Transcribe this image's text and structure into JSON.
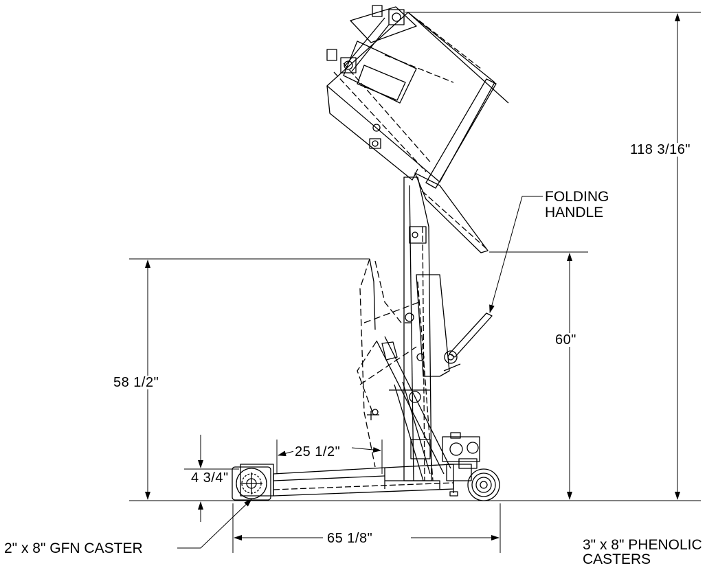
{
  "dimensions": {
    "overall_height": "118 3/16\"",
    "dump_height": "60\"",
    "lift_height": "58 1/2\"",
    "caster_height": "4 3/4\"",
    "fork_length": "25 1/2\"",
    "overall_length": "65 1/8\""
  },
  "callouts": {
    "folding_handle_line1": "FOLDING",
    "folding_handle_line2": "HANDLE",
    "front_caster": "2\" x 8\" GFN CASTER",
    "rear_caster_line1": "3\" x 8\" PHENOLIC",
    "rear_caster_line2": "CASTERS"
  }
}
